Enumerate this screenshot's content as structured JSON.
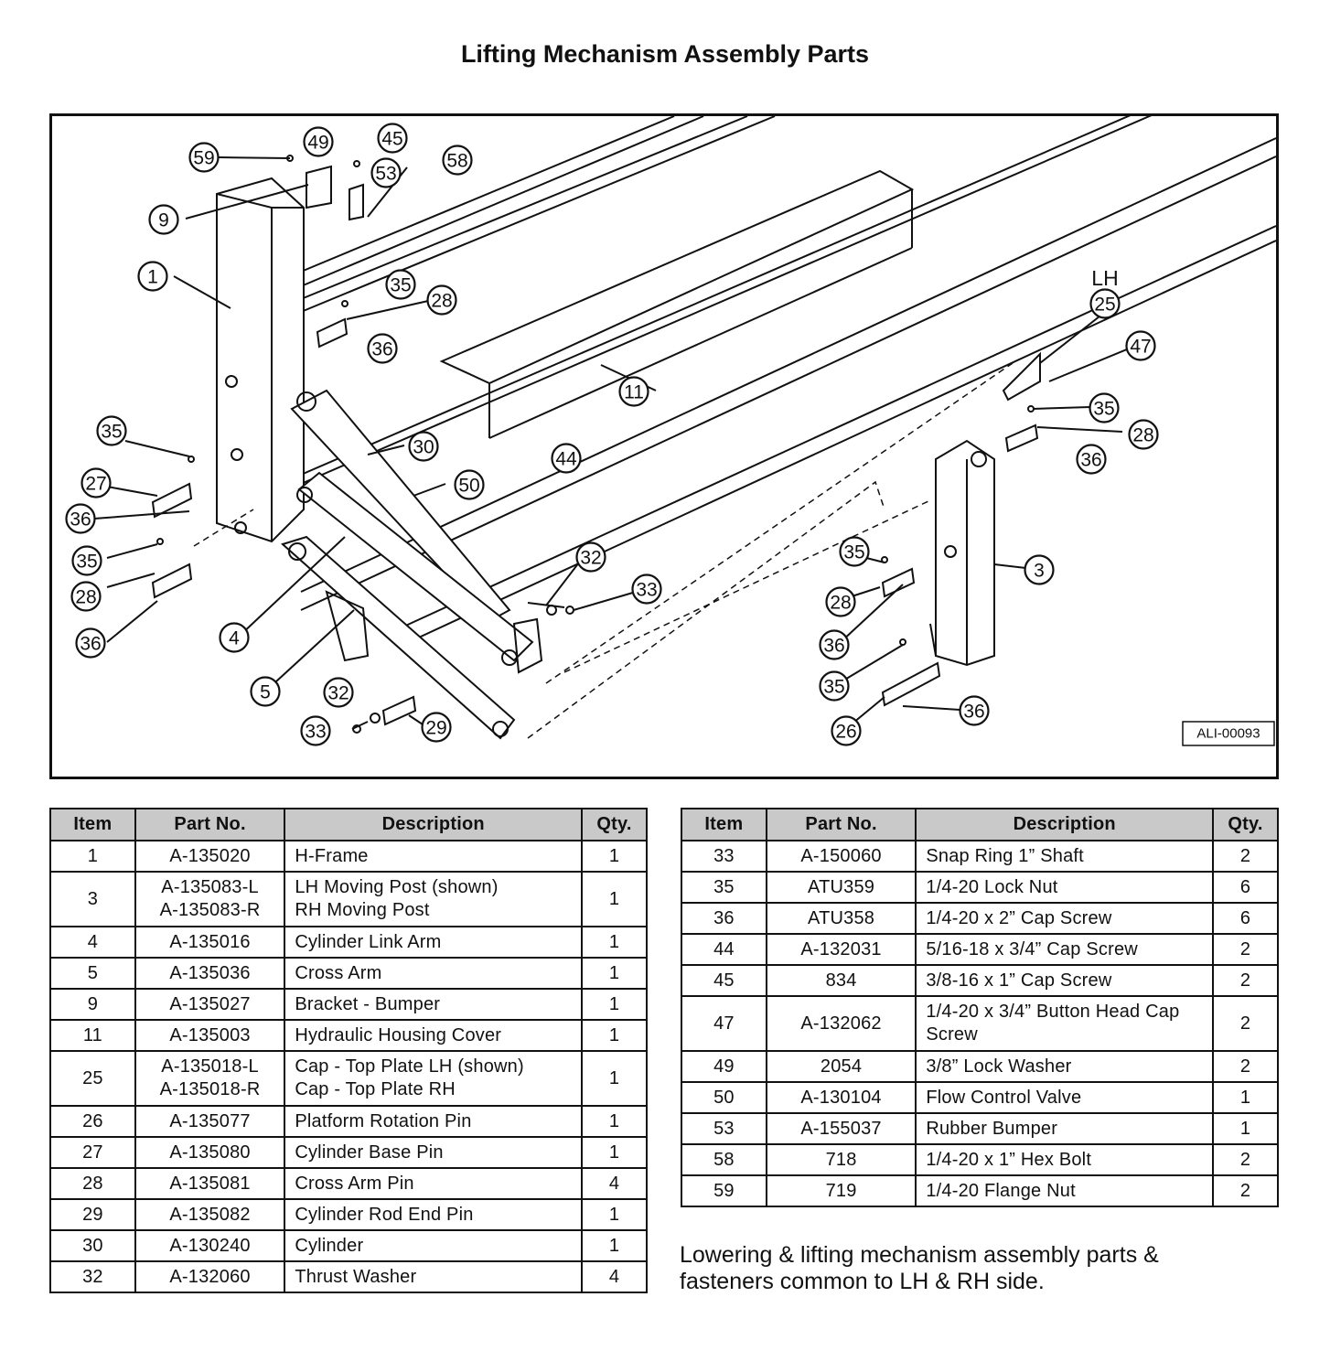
{
  "title": "Lifting Mechanism Assembly Parts",
  "diagram": {
    "side_label": "LH",
    "reference_code": "ALI-00093",
    "callouts": [
      "59",
      "49",
      "45",
      "53",
      "58",
      "9",
      "1",
      "35",
      "28",
      "36",
      "11",
      "LH",
      "25",
      "47",
      "35",
      "28",
      "36",
      "30",
      "44",
      "35",
      "27",
      "36",
      "50",
      "32",
      "33",
      "35",
      "28",
      "36",
      "4",
      "5",
      "32",
      "33",
      "29",
      "35",
      "28",
      "36",
      "3",
      "35",
      "26",
      "36"
    ]
  },
  "columns": {
    "item": "Item",
    "part_no": "Part No.",
    "description": "Description",
    "qty": "Qty."
  },
  "left_table": [
    {
      "item": "1",
      "part_no": [
        "A-135020"
      ],
      "description": [
        "H-Frame"
      ],
      "qty": "1"
    },
    {
      "item": "3",
      "part_no": [
        "A-135083-L",
        "A-135083-R"
      ],
      "description": [
        "LH Moving Post (shown)",
        "RH Moving Post"
      ],
      "qty": "1"
    },
    {
      "item": "4",
      "part_no": [
        "A-135016"
      ],
      "description": [
        "Cylinder Link Arm"
      ],
      "qty": "1"
    },
    {
      "item": "5",
      "part_no": [
        "A-135036"
      ],
      "description": [
        "Cross Arm"
      ],
      "qty": "1"
    },
    {
      "item": "9",
      "part_no": [
        "A-135027"
      ],
      "description": [
        "Bracket - Bumper"
      ],
      "qty": "1"
    },
    {
      "item": "11",
      "part_no": [
        "A-135003"
      ],
      "description": [
        "Hydraulic Housing Cover"
      ],
      "qty": "1"
    },
    {
      "item": "25",
      "part_no": [
        "A-135018-L",
        "A-135018-R"
      ],
      "description": [
        "Cap - Top Plate LH (shown)",
        "Cap - Top Plate RH"
      ],
      "qty": "1"
    },
    {
      "item": "26",
      "part_no": [
        "A-135077"
      ],
      "description": [
        "Platform Rotation Pin"
      ],
      "qty": "1"
    },
    {
      "item": "27",
      "part_no": [
        "A-135080"
      ],
      "description": [
        "Cylinder Base Pin"
      ],
      "qty": "1"
    },
    {
      "item": "28",
      "part_no": [
        "A-135081"
      ],
      "description": [
        "Cross Arm Pin"
      ],
      "qty": "4"
    },
    {
      "item": "29",
      "part_no": [
        "A-135082"
      ],
      "description": [
        "Cylinder Rod End Pin"
      ],
      "qty": "1"
    },
    {
      "item": "30",
      "part_no": [
        "A-130240"
      ],
      "description": [
        "Cylinder"
      ],
      "qty": "1"
    },
    {
      "item": "32",
      "part_no": [
        "A-132060"
      ],
      "description": [
        "Thrust Washer"
      ],
      "qty": "4"
    }
  ],
  "right_table": [
    {
      "item": "33",
      "part_no": [
        "A-150060"
      ],
      "description": [
        "Snap Ring 1” Shaft"
      ],
      "qty": "2"
    },
    {
      "item": "35",
      "part_no": [
        "ATU359"
      ],
      "description": [
        "1/4-20 Lock Nut"
      ],
      "qty": "6"
    },
    {
      "item": "36",
      "part_no": [
        "ATU358"
      ],
      "description": [
        "1/4-20 x 2” Cap Screw"
      ],
      "qty": "6"
    },
    {
      "item": "44",
      "part_no": [
        "A-132031"
      ],
      "description": [
        "5/16-18 x 3/4” Cap Screw"
      ],
      "qty": "2"
    },
    {
      "item": "45",
      "part_no": [
        "834"
      ],
      "description": [
        "3/8-16 x 1” Cap Screw"
      ],
      "qty": "2"
    },
    {
      "item": "47",
      "part_no": [
        "A-132062"
      ],
      "description": [
        "1/4-20 x 3/4” Button Head Cap",
        "Screw"
      ],
      "qty": "2"
    },
    {
      "item": "49",
      "part_no": [
        "2054"
      ],
      "description": [
        "3/8” Lock Washer"
      ],
      "qty": "2"
    },
    {
      "item": "50",
      "part_no": [
        "A-130104"
      ],
      "description": [
        "Flow Control Valve"
      ],
      "qty": "1"
    },
    {
      "item": "53",
      "part_no": [
        "A-155037"
      ],
      "description": [
        "Rubber Bumper"
      ],
      "qty": "1"
    },
    {
      "item": "58",
      "part_no": [
        "718"
      ],
      "description": [
        "1/4-20 x 1” Hex Bolt"
      ],
      "qty": "2"
    },
    {
      "item": "59",
      "part_no": [
        "719"
      ],
      "description": [
        "1/4-20 Flange Nut"
      ],
      "qty": "2"
    }
  ],
  "footnote": [
    "Lowering & lifting mechanism assembly parts &",
    "fasteners common to LH & RH side."
  ]
}
